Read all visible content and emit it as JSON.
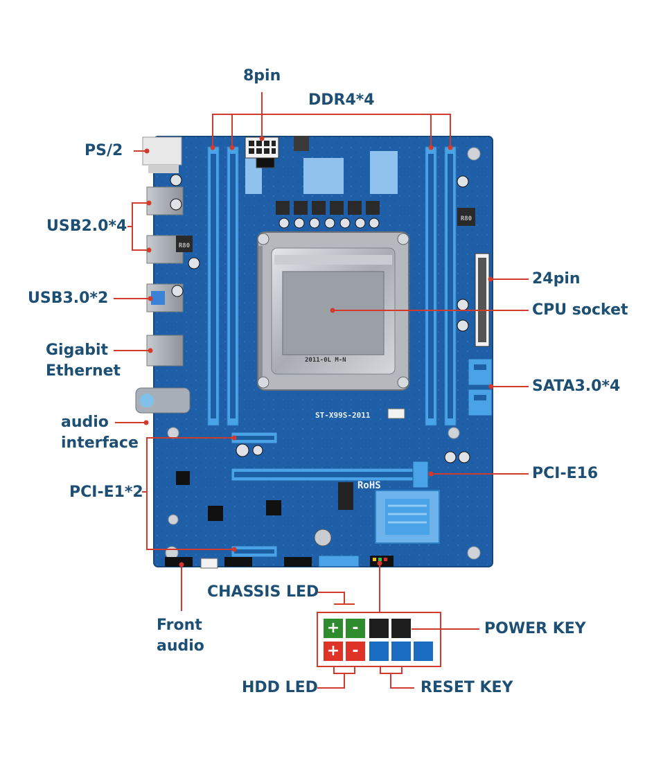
{
  "callouts": {
    "pin8": "8pin",
    "ddr4": "DDR4*4",
    "ps2": "PS/2",
    "usb20": "USB2.0*4",
    "usb30": "USB3.0*2",
    "gigabit_line1": "Gigabit",
    "gigabit_line2": "Ethernet",
    "audio_line1": "audio",
    "audio_line2": "interface",
    "pcie1": "PCI-E1*2",
    "pin24": "24pin",
    "cpu_socket": "CPU socket",
    "sata": "SATA3.0*4",
    "pcie16": "PCI-E16",
    "chassis_led": "CHASSIS LED",
    "front_audio_line1": "Front",
    "front_audio_line2": "audio",
    "power_key": "POWER KEY",
    "hdd_led": "HDD LED",
    "reset_key": "RESET KEY"
  },
  "pins": {
    "plus": "+",
    "minus": "-"
  },
  "silkscreen": {
    "model": "ST-X99S-2011",
    "rohs": "RoHS",
    "cpu_code": "2011-0L M-N",
    "choke": "R80"
  },
  "colors": {
    "label": "#1d4e73",
    "line": "#d23a2e",
    "pcb": "#1f5fa8",
    "slot": "#4aa3e6",
    "plus_green": "#2e8b2e",
    "minus_red": "#e03328",
    "black_pin": "#1e1e1e",
    "blue_pin": "#1a6cc2"
  }
}
